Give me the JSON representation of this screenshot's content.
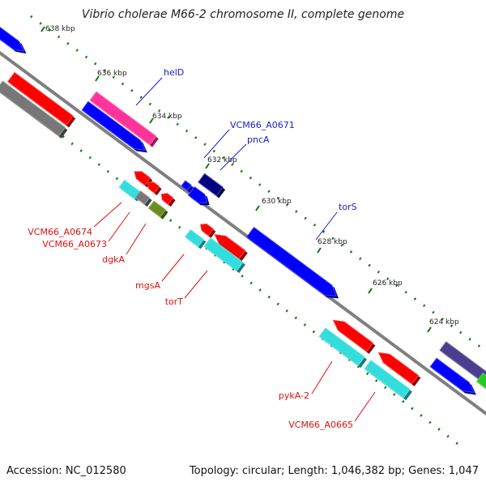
{
  "title": "Vibrio cholerae M66-2 chromosome II, complete genome",
  "footer": {
    "accession": "Accession: NC_012580",
    "topology": "Topology: circular; Length: 1,046,382 bp; Genes: 1,047"
  },
  "colors": {
    "backbone": "#7f7f7f",
    "tick": "#0b7a0b",
    "forward_label": "#1a1acc",
    "reverse_label": "#e01010"
  },
  "kbp_ticks": [
    "638 kbp",
    "636 kbp",
    "634 kbp",
    "632 kbp",
    "630 kbp",
    "628 kbp",
    "626 kbp",
    "624 kbp"
  ],
  "gene_labels": {
    "forward": [
      "helD",
      "VCM66_A0671",
      "pncA",
      "torS"
    ],
    "reverse": [
      "VCM66_A0674",
      "VCM66_A0673",
      "dgkA",
      "mgsA",
      "torT",
      "pykA-2",
      "VCM66_A0665"
    ]
  },
  "feature_colors": {
    "red": "#ff0000",
    "blue": "#0000ff",
    "navy": "#000080",
    "magenta": "#ff3399",
    "cyan": "#33dddd",
    "gray": "#777777",
    "olive": "#6b8e23",
    "slate": "#4b3d8f",
    "green": "#22cc22"
  }
}
